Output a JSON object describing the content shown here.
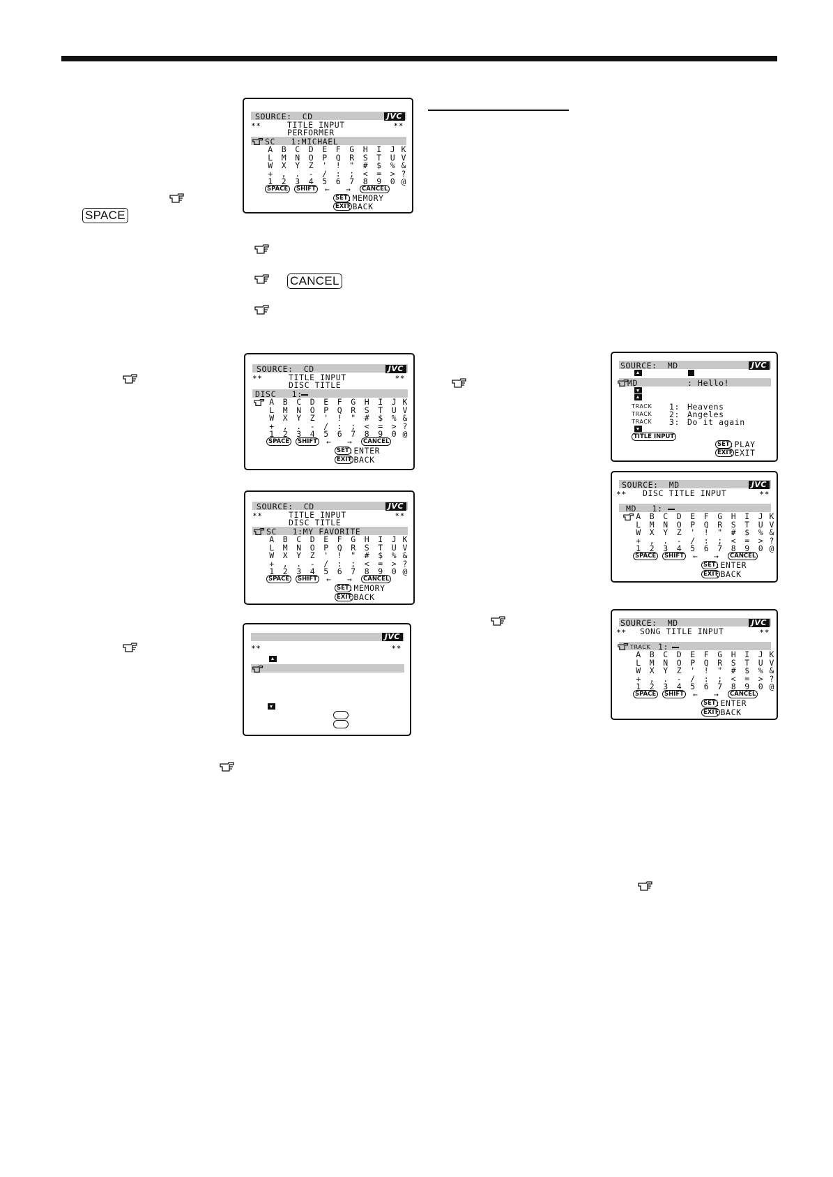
{
  "keys": {
    "space": "SPACE",
    "cancel": "CANCEL"
  },
  "screens": {
    "s1": {
      "source": "SOURCE:  CD",
      "logo": "JVC",
      "title": "TITLE INPUT",
      "subtitle": "PERFORMER",
      "entry": "SC   1:MICHAEL",
      "memory": ":MEMORY",
      "back": ":BACK"
    },
    "s2": {
      "source": "SOURCE:  CD",
      "logo": "JVC",
      "title": "TITLE INPUT",
      "subtitle": "DISC TITLE",
      "entry": "DISC   1:",
      "enter": ":ENTER",
      "back": ":BACK"
    },
    "s3": {
      "source": "SOURCE:  CD",
      "logo": "JVC",
      "title": "TITLE INPUT",
      "subtitle": "DISC TITLE",
      "entry": "SC   1:MY FAVORITE",
      "memory": ":MEMORY",
      "back": ":BACK"
    },
    "s4": {
      "logo": "JVC"
    },
    "s5": {
      "source": "SOURCE:  MD",
      "logo": "JVC",
      "disc": "MD",
      "disc_title": ": Hello!",
      "tracks": [
        {
          "label": "TRACK",
          "num": "1:",
          "name": "Heavens"
        },
        {
          "label": "TRACK",
          "num": "2:",
          "name": "Angeles"
        },
        {
          "label": "TRACK",
          "num": "3:",
          "name": "Do it again"
        }
      ],
      "title_input": "TITLE INPUT",
      "play": ":PLAY",
      "exit": ":EXIT"
    },
    "s6": {
      "source": "SOURCE:  MD",
      "logo": "JVC",
      "title": "DISC TITLE INPUT",
      "entry": "MD   1:",
      "enter": ":ENTER",
      "back": ":BACK"
    },
    "s7": {
      "source": "SOURCE:  MD",
      "logo": "JVC",
      "title": "SONG TITLE INPUT",
      "entry_label": "TRACK",
      "entry": "1:",
      "enter": ":ENTER",
      "back": ":BACK"
    }
  },
  "charset": [
    "A",
    "B",
    "C",
    "D",
    "E",
    "F",
    "G",
    "H",
    "I",
    "J",
    "K",
    "L",
    "M",
    "N",
    "O",
    "P",
    "Q",
    "R",
    "S",
    "T",
    "U",
    "V",
    "W",
    "X",
    "Y",
    "Z",
    "'",
    "!",
    "\"",
    "#",
    "$",
    "%",
    "&",
    "+",
    ",",
    ".",
    "-",
    "/",
    ":",
    ";",
    "<",
    "=",
    ">",
    "?",
    "1",
    "2",
    "3",
    "4",
    "5",
    "6",
    "7",
    "8",
    "9",
    "0",
    "@"
  ],
  "pills": {
    "space": "SPACE",
    "shift": "SHIFT",
    "cancel": "CANCEL",
    "set": "SET",
    "exit": "EXIT"
  },
  "arrows": {
    "left": "←",
    "right": "→"
  },
  "stars": "∗∗"
}
